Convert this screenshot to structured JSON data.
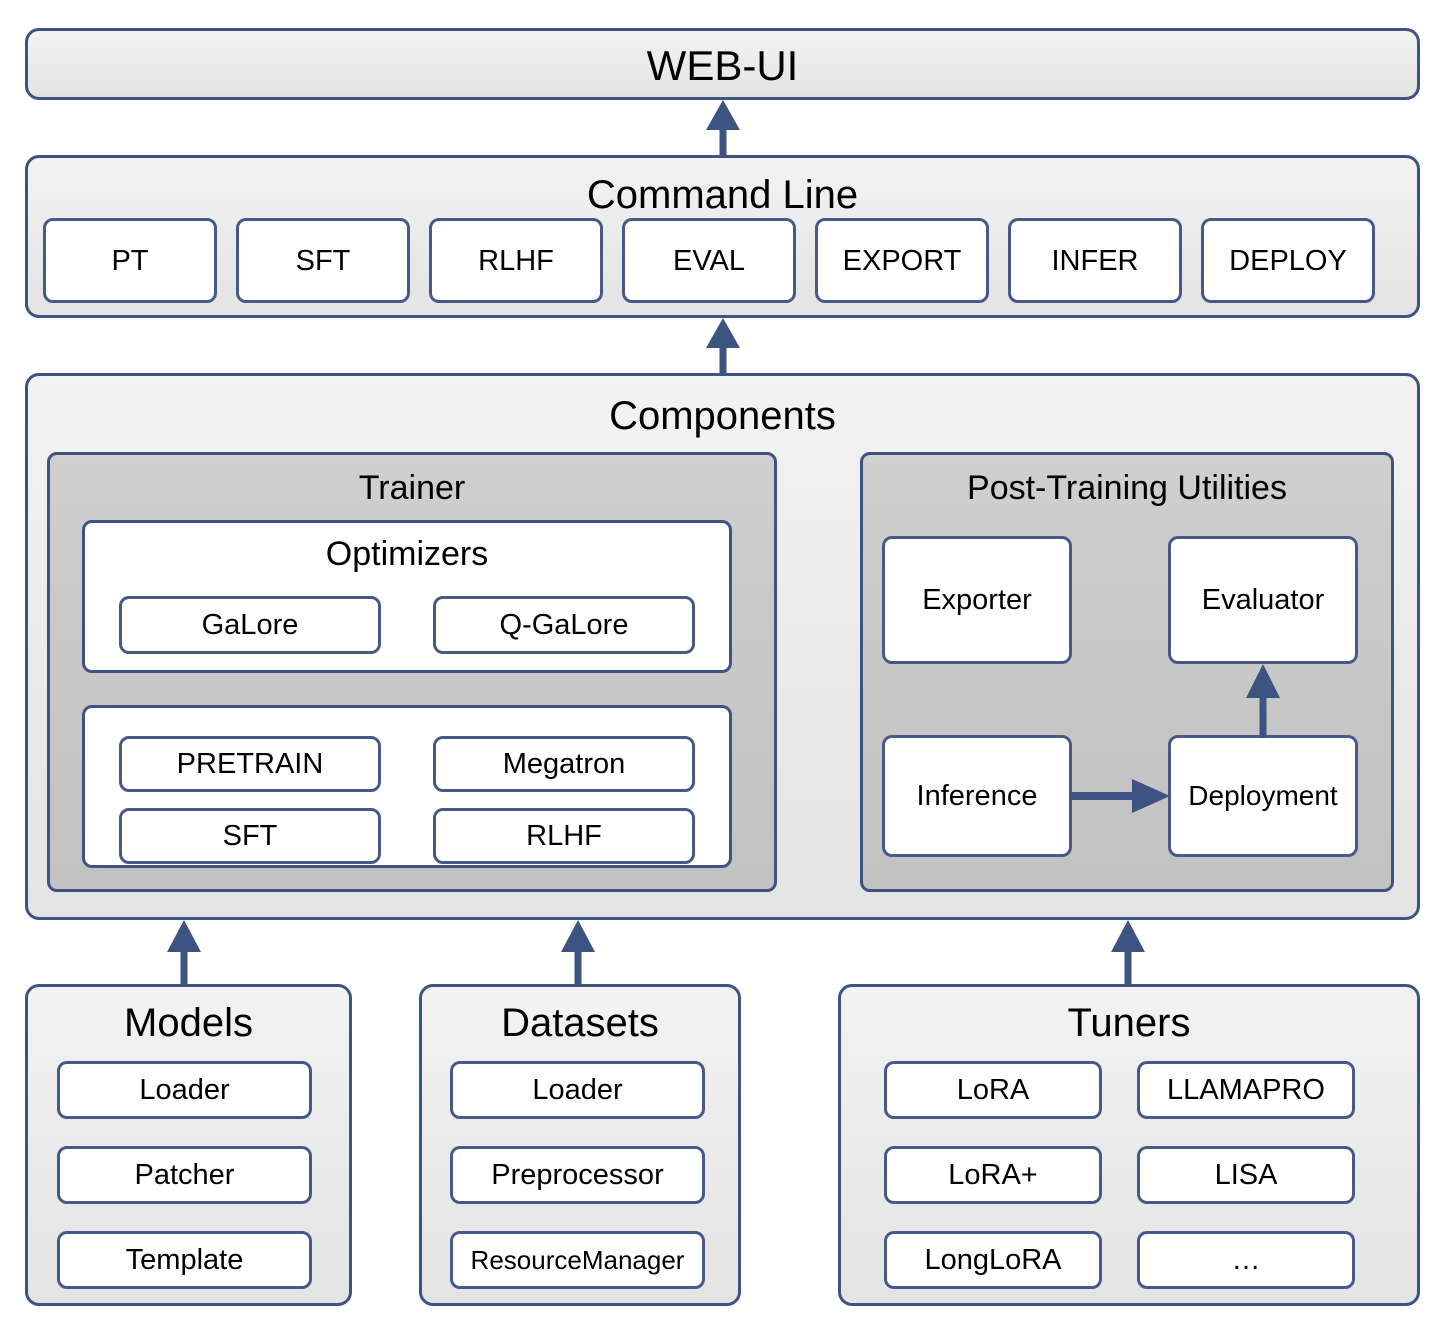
{
  "diagram": {
    "accent_color": "#3d5382",
    "box_fill_white": "#ffffff",
    "box_fill_light": "#eeeeee",
    "box_fill_gray": "#c8c8c8"
  },
  "webui": {
    "title": "WEB-UI"
  },
  "command_line": {
    "title": "Command Line",
    "items": [
      {
        "label": "PT"
      },
      {
        "label": "SFT"
      },
      {
        "label": "RLHF"
      },
      {
        "label": "EVAL"
      },
      {
        "label": "EXPORT"
      },
      {
        "label": "INFER"
      },
      {
        "label": "DEPLOY"
      }
    ]
  },
  "components": {
    "title": "Components",
    "trainer": {
      "title": "Trainer",
      "optimizers": {
        "title": "Optimizers",
        "items": [
          {
            "label": "GaLore"
          },
          {
            "label": "Q-GaLore"
          }
        ]
      },
      "stages": {
        "items": [
          {
            "label": "PRETRAIN"
          },
          {
            "label": "Megatron"
          },
          {
            "label": "SFT"
          },
          {
            "label": "RLHF"
          }
        ]
      }
    },
    "post_training": {
      "title": "Post-Training Utilities",
      "items": [
        {
          "label": "Exporter"
        },
        {
          "label": "Evaluator"
        },
        {
          "label": "Inference"
        },
        {
          "label": "Deployment"
        }
      ]
    }
  },
  "models": {
    "title": "Models",
    "items": [
      {
        "label": "Loader"
      },
      {
        "label": "Patcher"
      },
      {
        "label": "Template"
      }
    ]
  },
  "datasets": {
    "title": "Datasets",
    "items": [
      {
        "label": "Loader"
      },
      {
        "label": "Preprocessor"
      },
      {
        "label": "ResourceManager"
      }
    ]
  },
  "tuners": {
    "title": "Tuners",
    "items": [
      {
        "label": "LoRA"
      },
      {
        "label": "LLAMAPRO"
      },
      {
        "label": "LoRA+"
      },
      {
        "label": "LISA"
      },
      {
        "label": "LongLoRA"
      },
      {
        "label": "…"
      }
    ]
  }
}
